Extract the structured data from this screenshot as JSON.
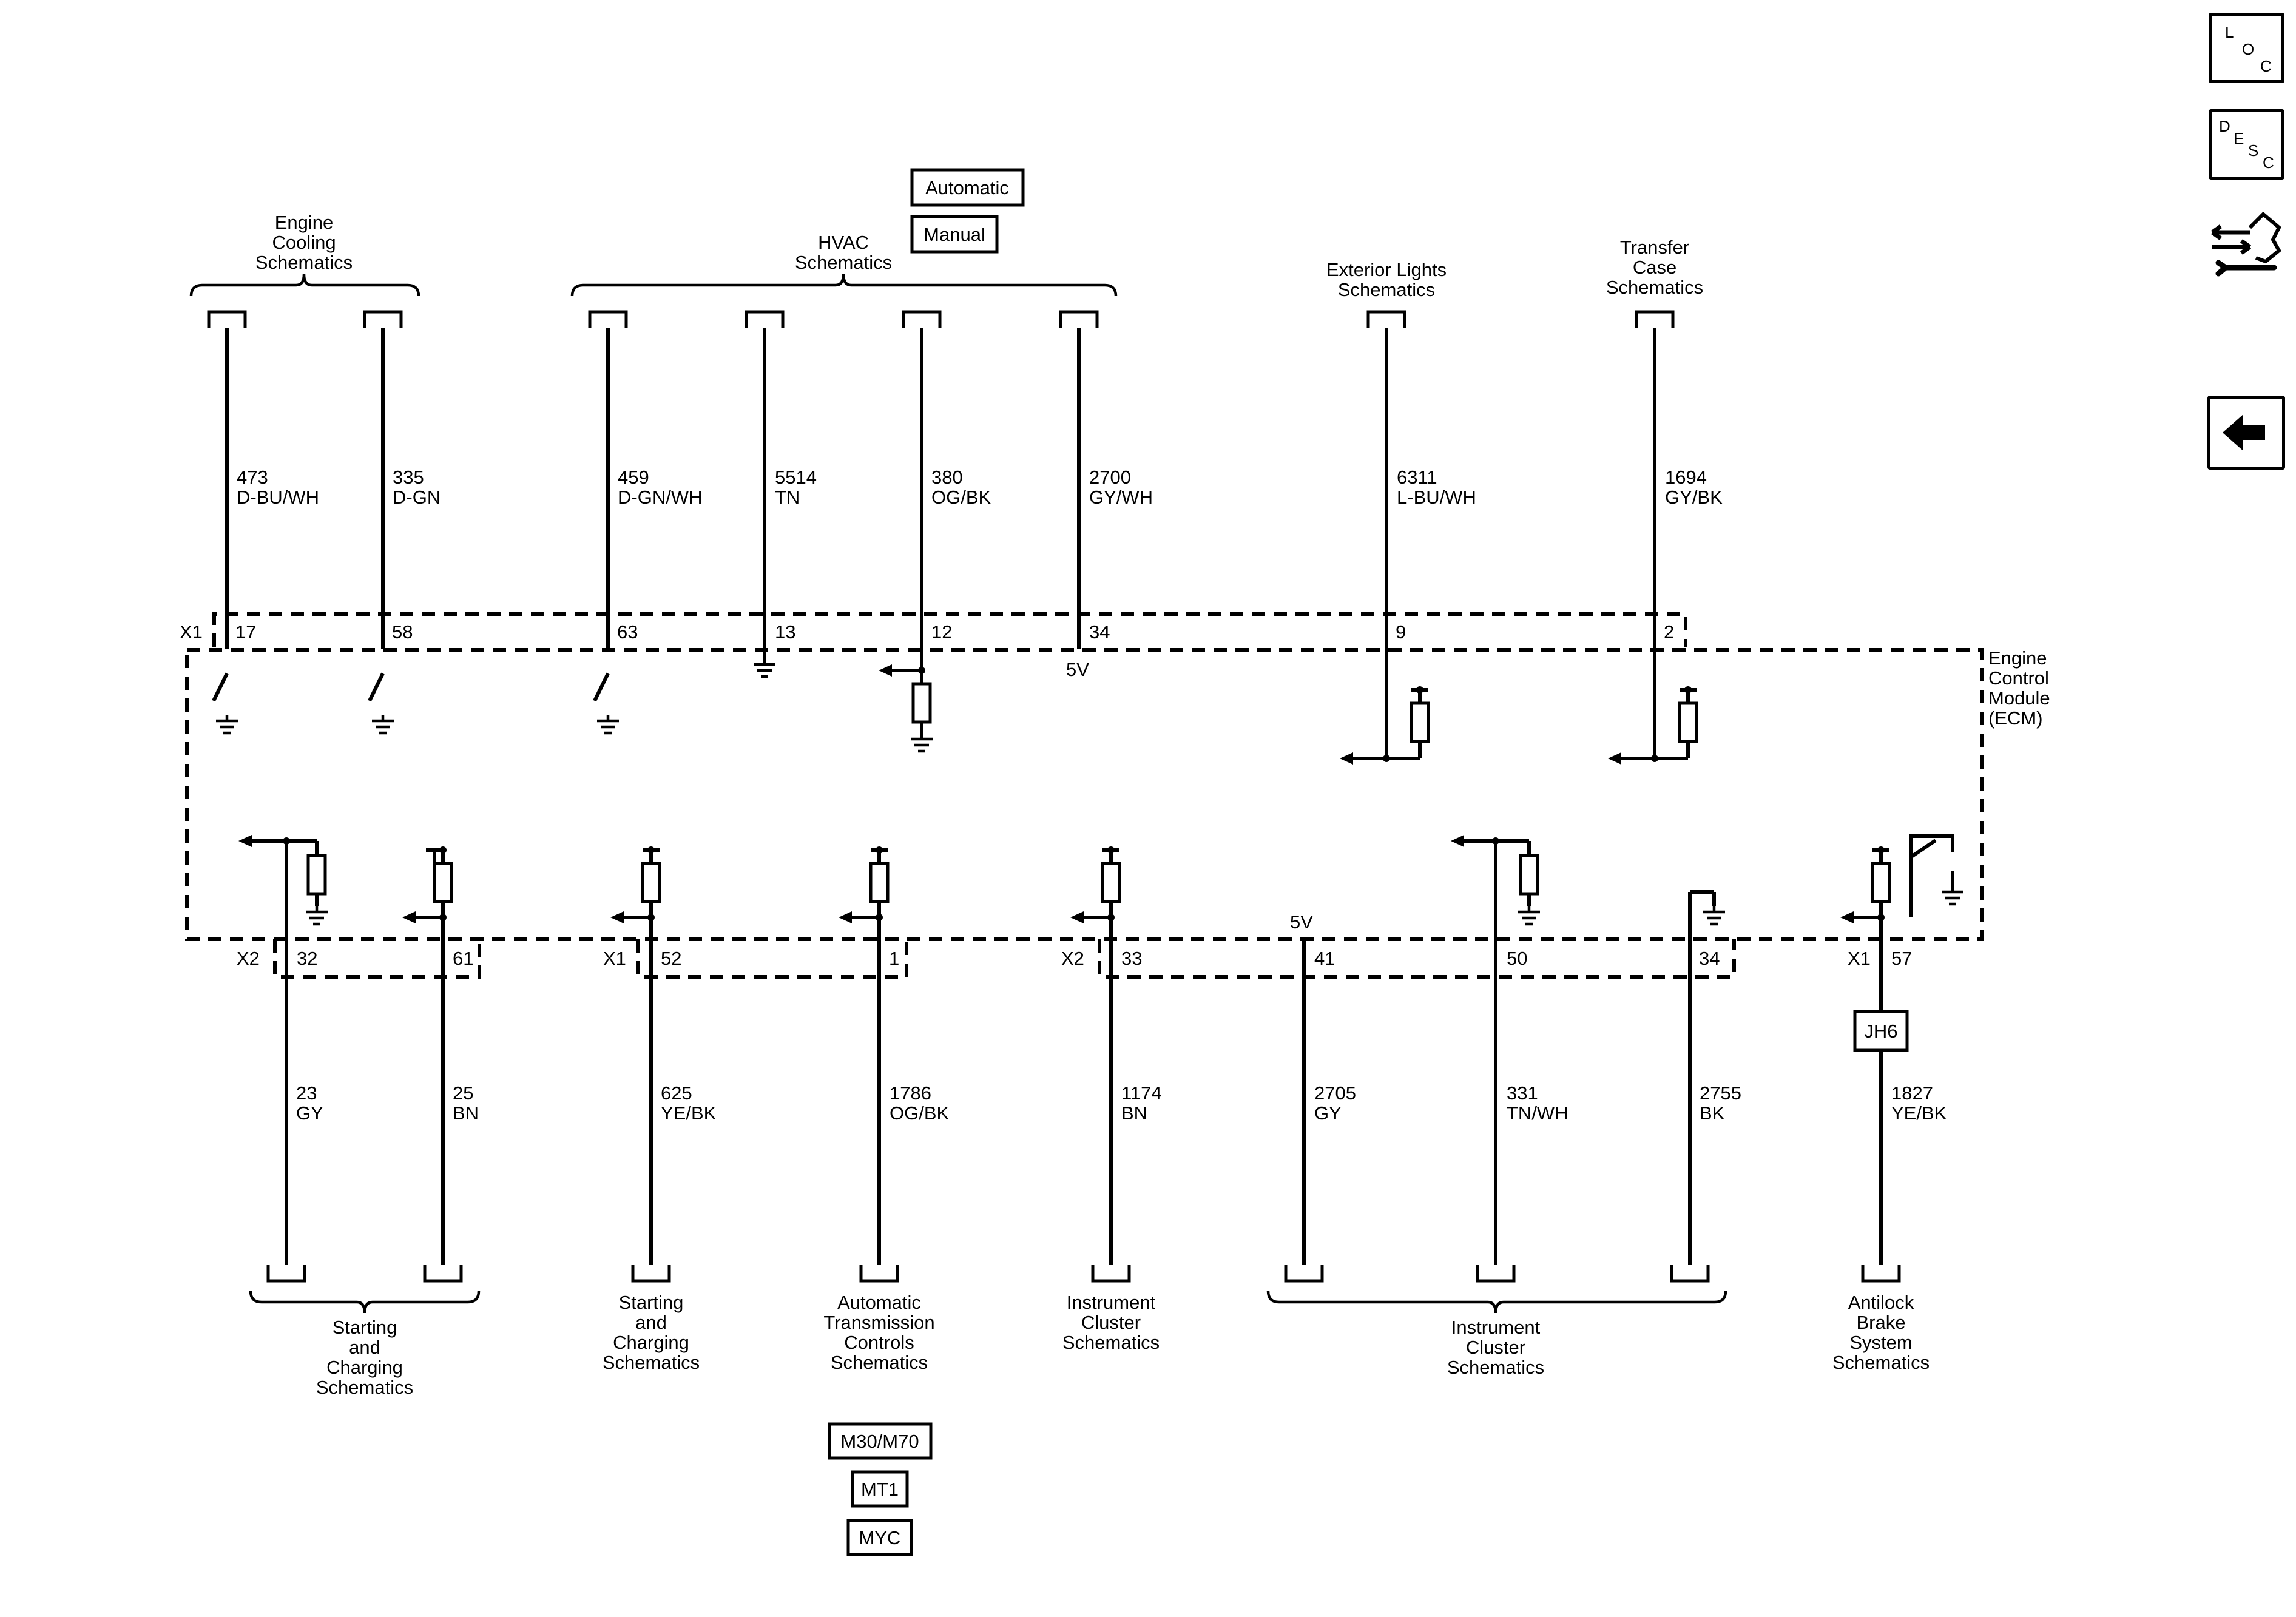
{
  "options_top": [
    "Automatic",
    "Manual"
  ],
  "options_bottom": [
    "M30/M70",
    "MT1",
    "MYC"
  ],
  "module": {
    "line1": "Engine",
    "line2": "Control",
    "line3": "Module",
    "line4": "(ECM)"
  },
  "connectors": {
    "x1": "X1",
    "x2": "X2"
  },
  "voltage_label": "5V",
  "top_groups": {
    "engine_cooling": [
      "Engine",
      "Cooling",
      "Schematics"
    ],
    "hvac": [
      "HVAC",
      "Schematics"
    ],
    "exterior_lights": [
      "Exterior Lights",
      "Schematics"
    ],
    "transfer_case": [
      "Transfer",
      "Case",
      "Schematics"
    ]
  },
  "top_wires": [
    {
      "circuit": "473",
      "color": "D-BU/WH",
      "pin": "17"
    },
    {
      "circuit": "335",
      "color": "D-GN",
      "pin": "58"
    },
    {
      "circuit": "459",
      "color": "D-GN/WH",
      "pin": "63"
    },
    {
      "circuit": "5514",
      "color": "TN",
      "pin": "13"
    },
    {
      "circuit": "380",
      "color": "OG/BK",
      "pin": "12"
    },
    {
      "circuit": "2700",
      "color": "GY/WH",
      "pin": "34"
    },
    {
      "circuit": "6311",
      "color": "L-BU/WH",
      "pin": "9"
    },
    {
      "circuit": "1694",
      "color": "GY/BK",
      "pin": "2"
    }
  ],
  "bottom_wires": [
    {
      "circuit": "23",
      "color": "GY",
      "pin": "32"
    },
    {
      "circuit": "25",
      "color": "BN",
      "pin": "61"
    },
    {
      "circuit": "625",
      "color": "YE/BK",
      "pin": "52"
    },
    {
      "circuit": "1786",
      "color": "OG/BK",
      "pin": "1"
    },
    {
      "circuit": "1174",
      "color": "BN",
      "pin": "33"
    },
    {
      "circuit": "2705",
      "color": "GY",
      "pin": "41"
    },
    {
      "circuit": "331",
      "color": "TN/WH",
      "pin": "50"
    },
    {
      "circuit": "2755",
      "color": "BK",
      "pin": "34"
    },
    {
      "circuit": "1827",
      "color": "YE/BK",
      "pin": "57"
    }
  ],
  "splice": "JH6",
  "bottom_groups": {
    "starting_charging_1": [
      "Starting",
      "and",
      "Charging",
      "Schematics"
    ],
    "starting_charging_2": [
      "Starting",
      "and",
      "Charging",
      "Schematics"
    ],
    "auto_trans": [
      "Automatic",
      "Transmission",
      "Controls",
      "Schematics"
    ],
    "instrument_cluster_1": [
      "Instrument",
      "Cluster",
      "Schematics"
    ],
    "instrument_cluster_2": [
      "Instrument",
      "Cluster",
      "Schematics"
    ],
    "antilock_brake": [
      "Antilock",
      "Brake",
      "System",
      "Schematics"
    ]
  },
  "side_panel": {
    "loc": [
      "L",
      "O",
      "C"
    ],
    "desc": [
      "D",
      "E",
      "S",
      "C"
    ]
  }
}
